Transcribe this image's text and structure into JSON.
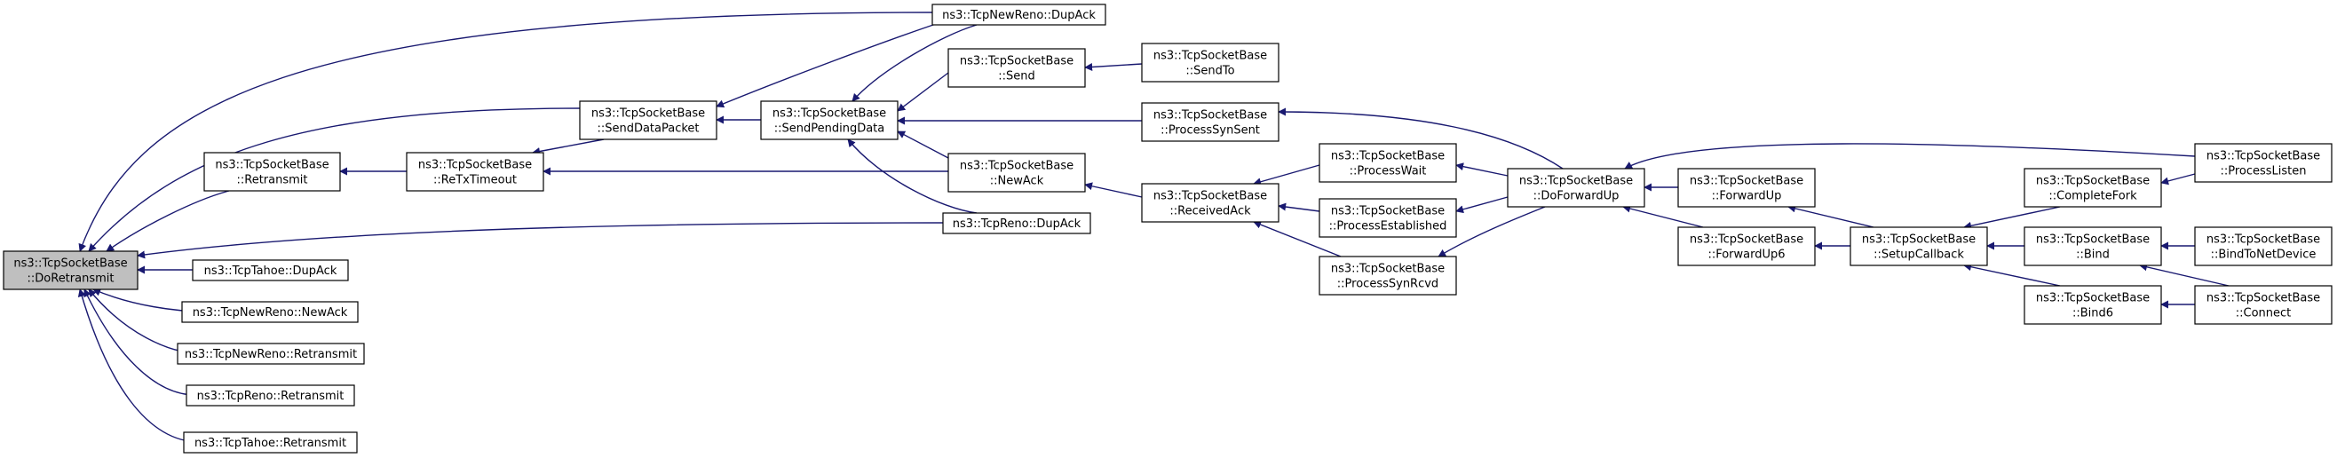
{
  "diagram": {
    "colors": {
      "edge": "#191970",
      "node_border": "#000000",
      "node_fill": "#ffffff",
      "selected_fill": "#bfbfbf",
      "text": "#000000"
    },
    "nodes": [
      {
        "id": "doRetransmit",
        "lines": [
          "ns3::TcpSocketBase",
          "::DoRetransmit"
        ],
        "selected": true
      },
      {
        "id": "tahoeDupAck",
        "lines": [
          "ns3::TcpTahoe::DupAck"
        ]
      },
      {
        "id": "newRenoNewAck",
        "lines": [
          "ns3::TcpNewReno::NewAck"
        ]
      },
      {
        "id": "newRenoRetransmit",
        "lines": [
          "ns3::TcpNewReno::Retransmit"
        ]
      },
      {
        "id": "renoRetransmit",
        "lines": [
          "ns3::TcpReno::Retransmit"
        ]
      },
      {
        "id": "tahoeRetransmit",
        "lines": [
          "ns3::TcpTahoe::Retransmit"
        ]
      },
      {
        "id": "retransmit",
        "lines": [
          "ns3::TcpSocketBase",
          "::Retransmit"
        ]
      },
      {
        "id": "reTxTimeout",
        "lines": [
          "ns3::TcpSocketBase",
          "::ReTxTimeout"
        ]
      },
      {
        "id": "sendDataPacket",
        "lines": [
          "ns3::TcpSocketBase",
          "::SendDataPacket"
        ]
      },
      {
        "id": "sendPendingData",
        "lines": [
          "ns3::TcpSocketBase",
          "::SendPendingData"
        ]
      },
      {
        "id": "newRenoDupAck",
        "lines": [
          "ns3::TcpNewReno::DupAck"
        ]
      },
      {
        "id": "send",
        "lines": [
          "ns3::TcpSocketBase",
          "::Send"
        ]
      },
      {
        "id": "sendTo",
        "lines": [
          "ns3::TcpSocketBase",
          "::SendTo"
        ]
      },
      {
        "id": "processSynSent",
        "lines": [
          "ns3::TcpSocketBase",
          "::ProcessSynSent"
        ]
      },
      {
        "id": "newAck",
        "lines": [
          "ns3::TcpSocketBase",
          "::NewAck"
        ]
      },
      {
        "id": "renoDupAck",
        "lines": [
          "ns3::TcpReno::DupAck"
        ]
      },
      {
        "id": "receivedAck",
        "lines": [
          "ns3::TcpSocketBase",
          "::ReceivedAck"
        ]
      },
      {
        "id": "processWait",
        "lines": [
          "ns3::TcpSocketBase",
          "::ProcessWait"
        ]
      },
      {
        "id": "processEstablished",
        "lines": [
          "ns3::TcpSocketBase",
          "::ProcessEstablished"
        ]
      },
      {
        "id": "processSynRcvd",
        "lines": [
          "ns3::TcpSocketBase",
          "::ProcessSynRcvd"
        ]
      },
      {
        "id": "doForwardUp",
        "lines": [
          "ns3::TcpSocketBase",
          "::DoForwardUp"
        ]
      },
      {
        "id": "forwardUp",
        "lines": [
          "ns3::TcpSocketBase",
          "::ForwardUp"
        ]
      },
      {
        "id": "forwardUp6",
        "lines": [
          "ns3::TcpSocketBase",
          "::ForwardUp6"
        ]
      },
      {
        "id": "setupCallback",
        "lines": [
          "ns3::TcpSocketBase",
          "::SetupCallback"
        ]
      },
      {
        "id": "completeFork",
        "lines": [
          "ns3::TcpSocketBase",
          "::CompleteFork"
        ]
      },
      {
        "id": "bind",
        "lines": [
          "ns3::TcpSocketBase",
          "::Bind"
        ]
      },
      {
        "id": "bind6",
        "lines": [
          "ns3::TcpSocketBase",
          "::Bind6"
        ]
      },
      {
        "id": "processListen",
        "lines": [
          "ns3::TcpSocketBase",
          "::ProcessListen"
        ]
      },
      {
        "id": "bindToNetDevice",
        "lines": [
          "ns3::TcpSocketBase",
          "::BindToNetDevice"
        ]
      },
      {
        "id": "connect",
        "lines": [
          "ns3::TcpSocketBase",
          "::Connect"
        ]
      }
    ],
    "edges": [
      {
        "from": "doRetransmit",
        "to": "tahoeDupAck"
      },
      {
        "from": "doRetransmit",
        "to": "newRenoNewAck"
      },
      {
        "from": "doRetransmit",
        "to": "newRenoRetransmit"
      },
      {
        "from": "doRetransmit",
        "to": "renoRetransmit"
      },
      {
        "from": "doRetransmit",
        "to": "tahoeRetransmit"
      },
      {
        "from": "doRetransmit",
        "to": "retransmit"
      },
      {
        "from": "doRetransmit",
        "to": "sendDataPacket"
      },
      {
        "from": "doRetransmit",
        "to": "newRenoDupAck"
      },
      {
        "from": "doRetransmit",
        "to": "renoDupAck"
      },
      {
        "from": "retransmit",
        "to": "reTxTimeout"
      },
      {
        "from": "reTxTimeout",
        "to": "sendDataPacket"
      },
      {
        "from": "reTxTimeout",
        "to": "newAck"
      },
      {
        "from": "sendDataPacket",
        "to": "sendPendingData"
      },
      {
        "from": "sendDataPacket",
        "to": "newRenoDupAck"
      },
      {
        "from": "sendPendingData",
        "to": "newRenoDupAck"
      },
      {
        "from": "sendPendingData",
        "to": "send"
      },
      {
        "from": "sendPendingData",
        "to": "processSynSent"
      },
      {
        "from": "sendPendingData",
        "to": "newAck"
      },
      {
        "from": "sendPendingData",
        "to": "renoDupAck"
      },
      {
        "from": "send",
        "to": "sendTo"
      },
      {
        "from": "newAck",
        "to": "receivedAck"
      },
      {
        "from": "processSynSent",
        "to": "doForwardUp"
      },
      {
        "from": "receivedAck",
        "to": "processWait"
      },
      {
        "from": "receivedAck",
        "to": "processEstablished"
      },
      {
        "from": "receivedAck",
        "to": "processSynRcvd"
      },
      {
        "from": "processWait",
        "to": "doForwardUp"
      },
      {
        "from": "processEstablished",
        "to": "doForwardUp"
      },
      {
        "from": "processSynRcvd",
        "to": "doForwardUp"
      },
      {
        "from": "doForwardUp",
        "to": "forwardUp"
      },
      {
        "from": "doForwardUp",
        "to": "forwardUp6"
      },
      {
        "from": "doForwardUp",
        "to": "processListen"
      },
      {
        "from": "forwardUp",
        "to": "setupCallback"
      },
      {
        "from": "forwardUp6",
        "to": "setupCallback"
      },
      {
        "from": "setupCallback",
        "to": "completeFork"
      },
      {
        "from": "setupCallback",
        "to": "bind"
      },
      {
        "from": "setupCallback",
        "to": "bind6"
      },
      {
        "from": "completeFork",
        "to": "processListen"
      },
      {
        "from": "bind",
        "to": "bindToNetDevice"
      },
      {
        "from": "bind",
        "to": "connect"
      },
      {
        "from": "bind6",
        "to": "connect"
      }
    ]
  }
}
